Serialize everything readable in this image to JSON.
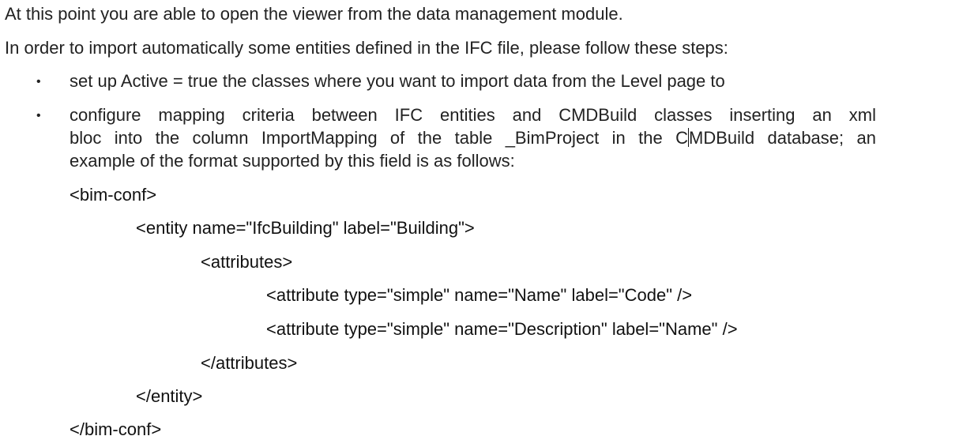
{
  "paragraphs": {
    "intro": "At this point you are able to open the viewer from the data management module.",
    "steps_intro": "In order to import automatically some entities defined in the IFC file, please follow these steps:"
  },
  "bullets": {
    "marker": "•",
    "item1": "set up Active = true the classes where you want to import data from the Level page to",
    "item2": {
      "line1": "configure mapping criteria between IFC entities and CMDBuild classes inserting an xml",
      "line2_before_cursor": "bloc into the column ImportMapping of the table _BimProject in the C",
      "line2_after_cursor": "MDBuild database; an",
      "line3": "example of the format supported by this field is as follows:"
    }
  },
  "code_example": {
    "root_open": "<bim-conf>",
    "entity_open": "<entity name=\"IfcBuilding\" label=\"Building\">",
    "attributes_open": "<attributes>",
    "attribute_1": "<attribute type=\"simple\" name=\"Name\" label=\"Code\" />",
    "attribute_2": "<attribute type=\"simple\" name=\"Description\" label=\"Name\" />",
    "attributes_close": "</attributes>",
    "entity_close": "</entity>",
    "root_close": "</bim-conf>"
  }
}
